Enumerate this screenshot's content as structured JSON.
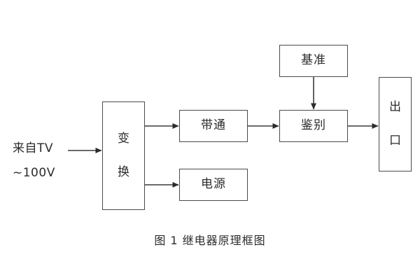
{
  "figure": {
    "caption": "图 1  继电器原理框图",
    "background_color": "#ffffff",
    "line_color": "#3a3a3a",
    "box_border_color": "#4a4a4a",
    "text_color": "#2b2b2b"
  },
  "source_label": {
    "line1": "来自TV",
    "line2": "~100V"
  },
  "blocks": {
    "transform": {
      "char1": "变",
      "char2": "换"
    },
    "bandpass": {
      "label": "带通"
    },
    "power": {
      "label": "电源"
    },
    "reference": {
      "label": "基准"
    },
    "discriminate": {
      "label": "鉴别"
    },
    "output": {
      "char1": "出",
      "char2": "口"
    }
  },
  "connections": [
    {
      "name": "tv-to-transform",
      "from": "来自TV ~100V",
      "to": "变换"
    },
    {
      "name": "transform-to-bandpass",
      "from": "变换",
      "to": "带通"
    },
    {
      "name": "transform-to-power",
      "from": "变换",
      "to": "电源"
    },
    {
      "name": "bandpass-to-discriminate",
      "from": "带通",
      "to": "鉴别"
    },
    {
      "name": "reference-to-discriminate",
      "from": "基准",
      "to": "鉴别"
    },
    {
      "name": "discriminate-to-output",
      "from": "鉴别",
      "to": "出口"
    }
  ]
}
